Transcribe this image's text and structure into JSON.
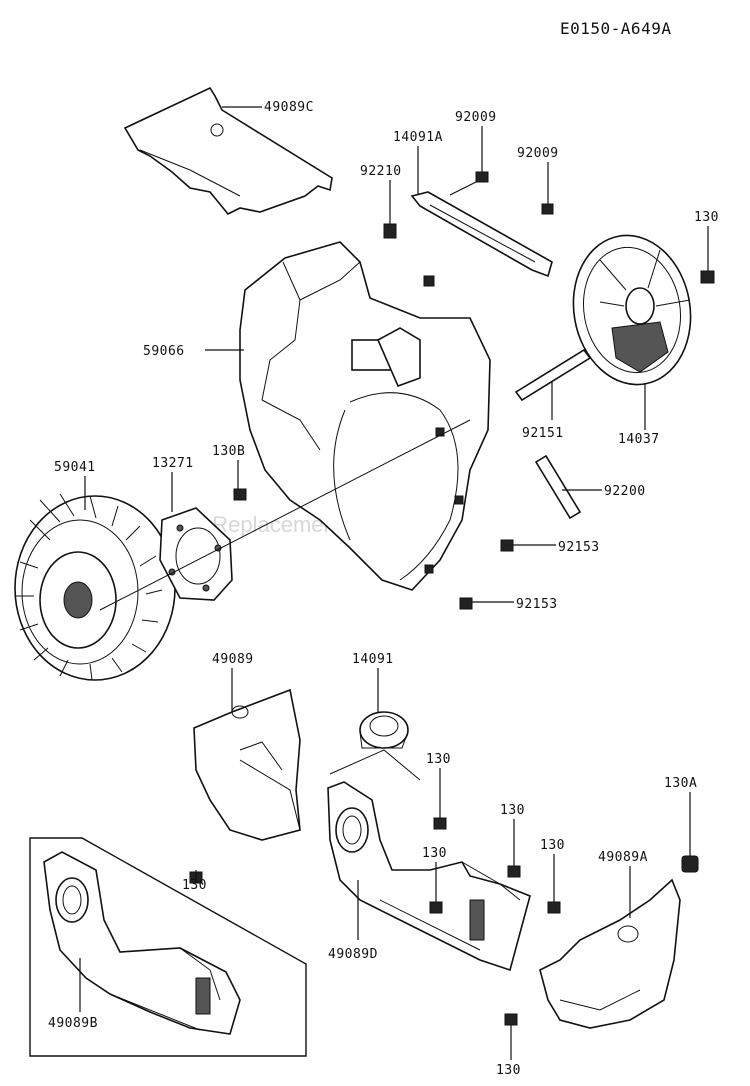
{
  "diagram_code": "E0150-A649A",
  "watermark": "eReplacementParts.com",
  "labels": {
    "l_49089C": "49089C",
    "l_92009a": "92009",
    "l_14091A": "14091A",
    "l_92009b": "92009",
    "l_92210": "92210",
    "l_130a": "130",
    "l_59066": "59066",
    "l_92151": "92151",
    "l_14037": "14037",
    "l_59041": "59041",
    "l_13271": "13271",
    "l_130B": "130B",
    "l_92200": "92200",
    "l_92153a": "92153",
    "l_92153b": "92153",
    "l_49089": "49089",
    "l_14091": "14091",
    "l_130b": "130",
    "l_130c": "130",
    "l_130d": "130",
    "l_130e": "130",
    "l_130f": "130",
    "l_130A": "130A",
    "l_49089A": "49089A",
    "l_49089D": "49089D",
    "l_49089B": "49089B",
    "l_130g": "130"
  }
}
